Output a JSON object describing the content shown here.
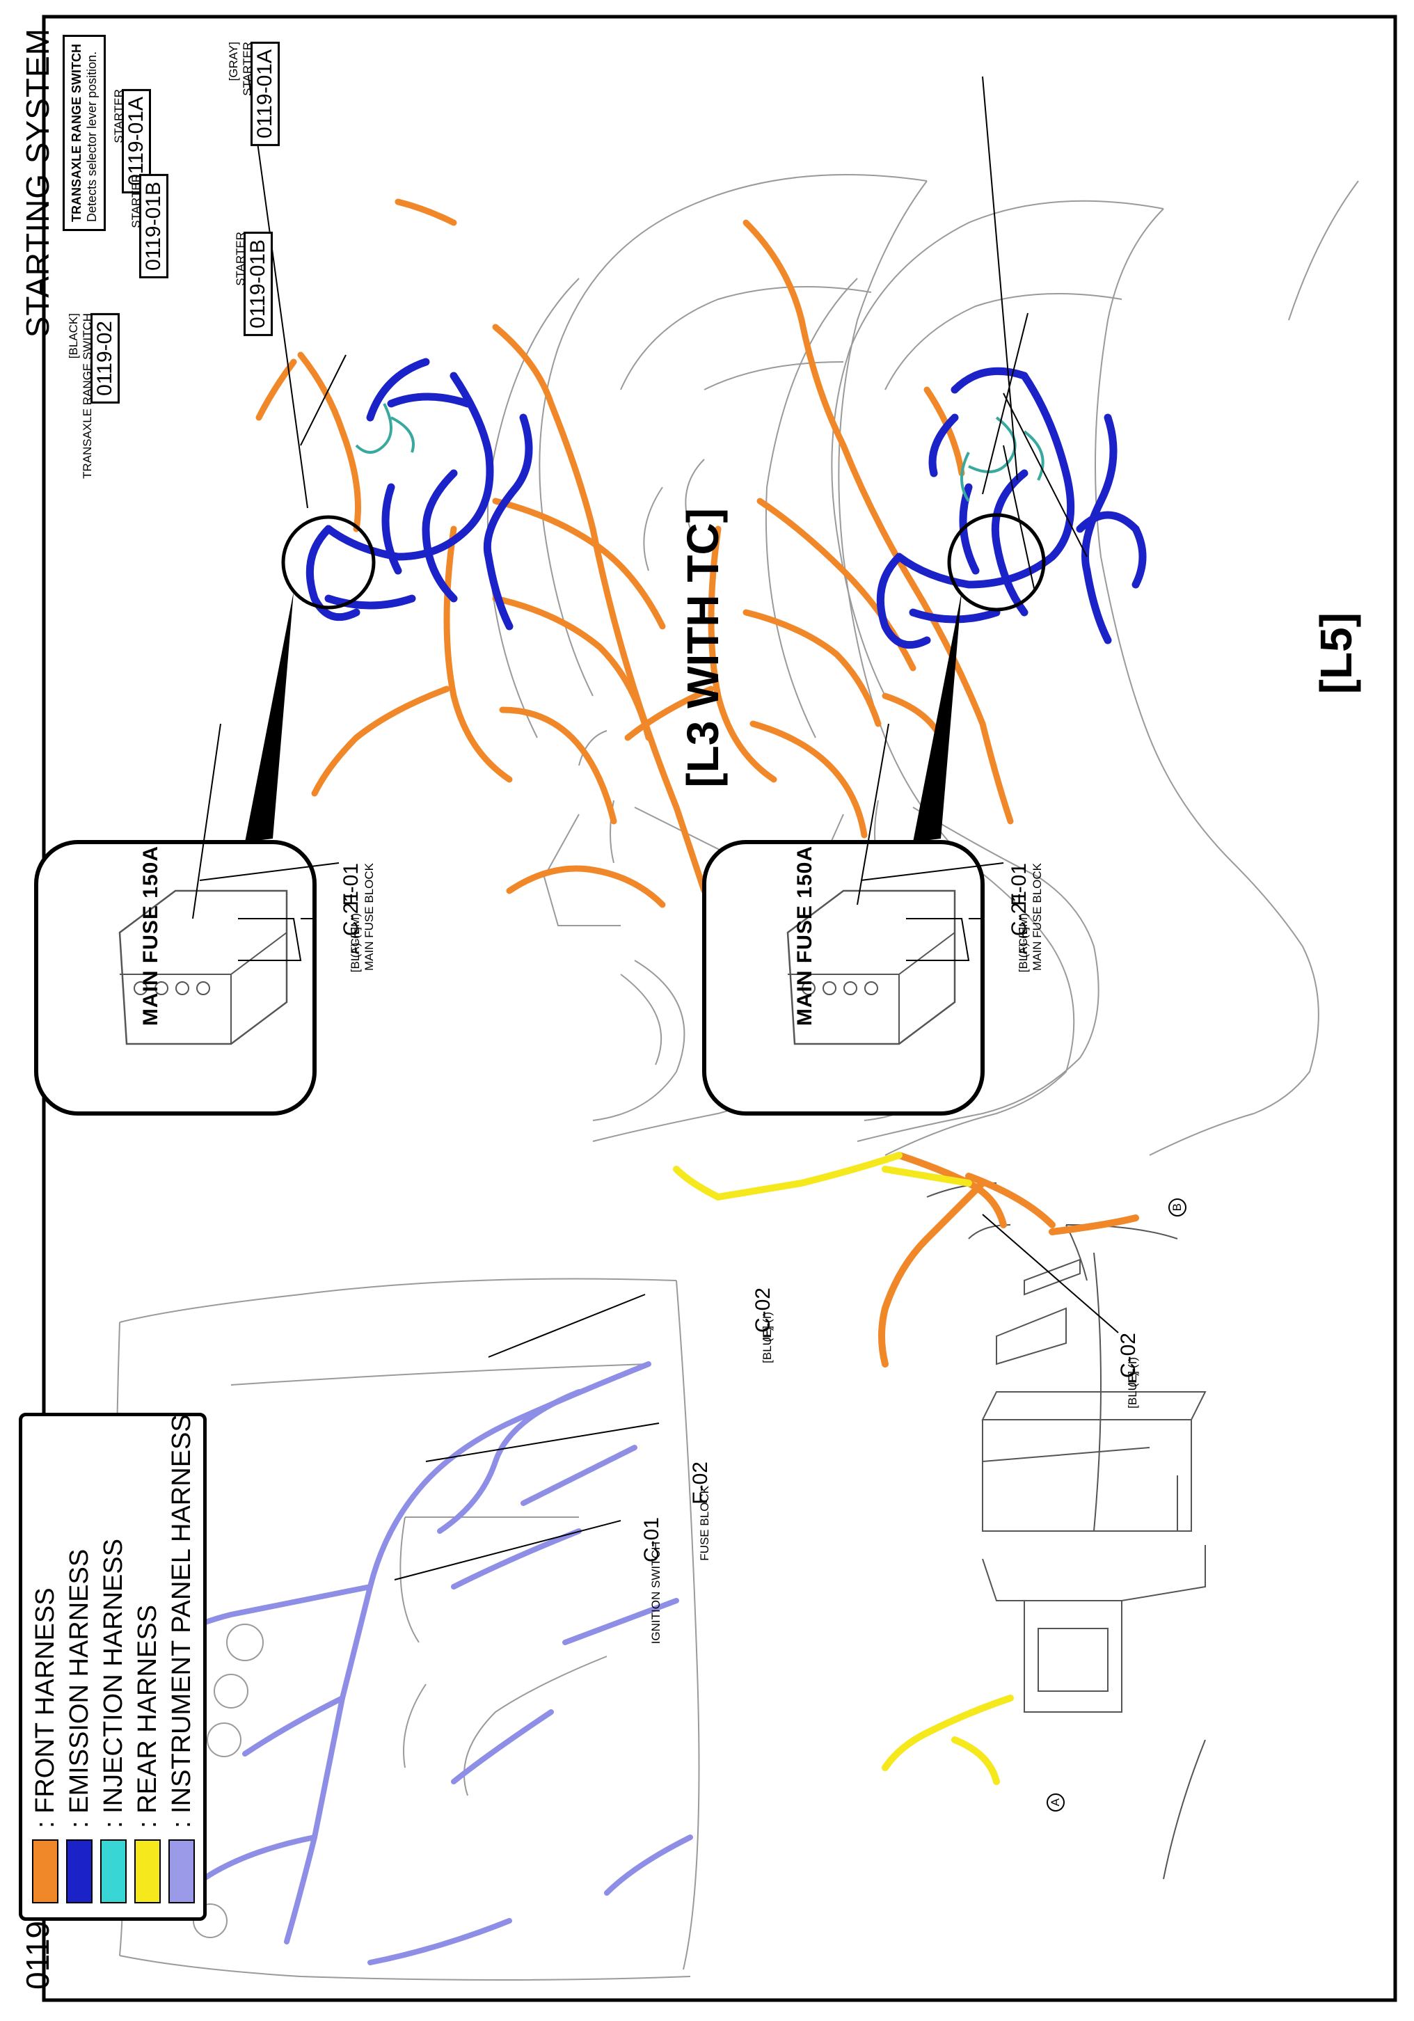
{
  "page": {
    "title": "STARTING SYSTEM",
    "page_number": "0119"
  },
  "variants": {
    "l3_with_tc": "[L3 WITH TC]",
    "l5": "[L5]"
  },
  "callouts": {
    "main_fuse_top": "MAIN FUSE 150A",
    "main_fuse_bottom": "MAIN FUSE 150A"
  },
  "top_view_labels": {
    "starter_a_code": "0119-01A",
    "starter_a_desc": "STARTER",
    "starter_b_code": "0119-01B",
    "starter_b_desc": "STARTER",
    "fuse_code": "F-01",
    "fuse_desc": "MAIN FUSE BLOCK",
    "conn_code": "C-21",
    "conn_desc1": "(F)-(EM)",
    "conn_desc2": "[BLACK]"
  },
  "bottom_view_labels": {
    "starter_a_code": "0119-01A",
    "starter_a_desc1": "STARTER",
    "starter_a_desc2": "[GRAY]",
    "starter_b_code": "0119-01B",
    "starter_b_desc": "STARTER",
    "trs_code": "0119-02",
    "trs_desc1": "TRANSAXLE RANGE SWITCH",
    "trs_desc2": "[BLACK]",
    "fuse_code": "F-01",
    "fuse_desc": "MAIN FUSE BLOCK",
    "conn_code": "C-21",
    "conn_desc1": "(F)-(EM)",
    "conn_desc2": "[BLACK]"
  },
  "info_box": {
    "title": "TRANSAXLE RANGE SWITCH",
    "text": "Detects selector lever position."
  },
  "panel_labels": {
    "c02_code": "C-02",
    "c02_desc1": "(F)-(I)",
    "c02_desc2": "[BLUE]",
    "f02_code": "F-02",
    "f02_desc": "FUSE BLOCK",
    "c01_code": "C-01",
    "c01_desc": "IGNITION SWITCH"
  },
  "rear_labels": {
    "c02_code": "C-02",
    "c02_desc1": "(F)-(I)",
    "c02_desc2": "[BLUE]",
    "marker_a": "A",
    "marker_b": "B"
  },
  "legend": {
    "items": [
      {
        "label": ": FRONT HARNESS",
        "color": "#f0882a"
      },
      {
        "label": ": EMISSION HARNESS",
        "color": "#1a22c8"
      },
      {
        "label": ": INJECTION HARNESS",
        "color": "#39d6d6"
      },
      {
        "label": ": REAR HARNESS",
        "color": "#f5e81c"
      },
      {
        "label": ": INSTRUMENT PANEL HARNESS",
        "color": "#9a9ae8"
      }
    ]
  },
  "colors": {
    "front": "#f0882a",
    "emission": "#1a22c8",
    "injection": "#39a9a0",
    "rear": "#f5e81c",
    "instrument": "#8e8ee6",
    "outline": "#9a9a9a"
  }
}
